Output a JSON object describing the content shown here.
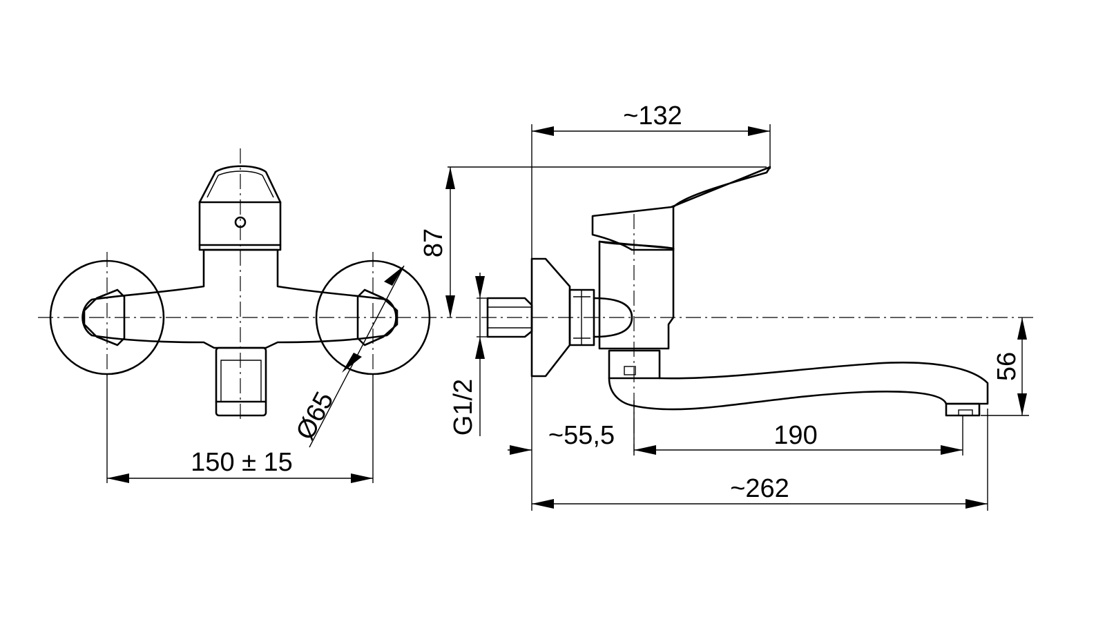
{
  "dimensions": {
    "center_distance": "150 ± 15",
    "rosette_diameter": "Ø65",
    "thread": "G1/2",
    "lever_height": "87",
    "body_depth": "~132",
    "wall_to_axis": "~55,5",
    "spout_reach": "190",
    "overall_depth": "~262",
    "spout_height": "56"
  }
}
